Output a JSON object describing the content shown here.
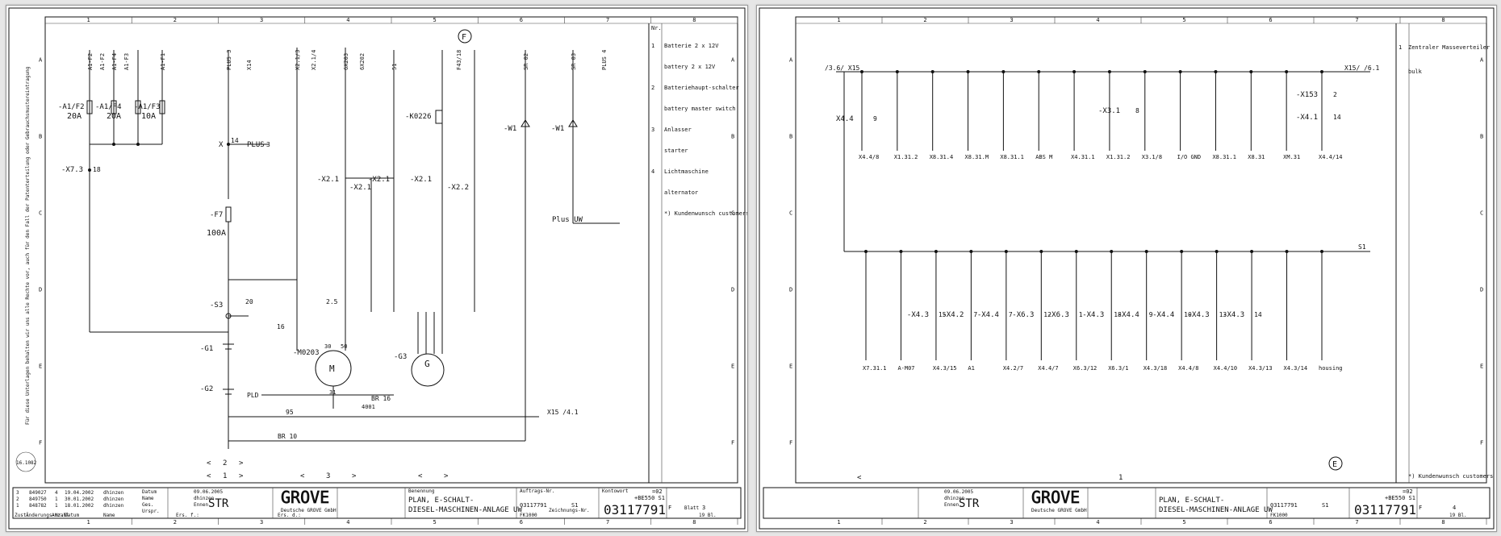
{
  "sheets": [
    {
      "columns": [
        "1",
        "2",
        "3",
        "4",
        "5",
        "6",
        "7",
        "8"
      ],
      "rows": [
        "A",
        "B",
        "C",
        "D",
        "E",
        "F"
      ],
      "circle_mark": "F",
      "legend_head": "Nr.",
      "legend": [
        {
          "no": "1",
          "text": "Batterie 2 x 12V"
        },
        {
          "no": "",
          "text": "battery 2 x 12V"
        },
        {
          "no": "2",
          "text": "Batteriehaupt-schalter"
        },
        {
          "no": "",
          "text": "battery master switch"
        },
        {
          "no": "3",
          "text": "Anlasser"
        },
        {
          "no": "",
          "text": "starter"
        },
        {
          "no": "4",
          "text": "Lichtmaschine"
        },
        {
          "no": "",
          "text": "alternator"
        },
        {
          "no": "",
          "text": "*) Kundenwunsch customers request"
        }
      ],
      "comp": {
        "f2": "-A1/F2",
        "f2v": "20A",
        "f4": "-A1/F4",
        "f4v": "20A",
        "f3": "-A1/F3",
        "f3v": "10A",
        "x73": "-X7.3",
        "x73p": "18",
        "x": "X",
        "x14": "14",
        "plus": "PLUS",
        "plus3": "3",
        "f7": "-F7",
        "f7v": "100A",
        "k0226": "-K0226",
        "x21a": "-X2.1",
        "x21b": "-X2.1",
        "x21c": "-X2.1",
        "x21d": "-X2.1",
        "x22": "-X2.2",
        "w1a": "-W1",
        "w1b": "-W1",
        "plusuw": "Plus UW",
        "s3": "-S3",
        "g1": "-G1",
        "g2": "-G2",
        "m0203": "-M0203",
        "m": "M",
        "g3": "-G3",
        "g": "G",
        "pld": "PLD",
        "br16": "BR 16",
        "br10": "BR 10",
        "x15": "X15 /4.1",
        "n31": "31",
        "n50": "50",
        "n30": "30",
        "w4001": "4001",
        "w95": "95",
        "w16": "16",
        "w20": "20",
        "w25": "2.5"
      },
      "wire_tags": [
        "A1-F2",
        "A1-F2",
        "A1-F4",
        "A1-F3",
        "A1-F1",
        "PLUS 3",
        "X14",
        "X2.1/3",
        "X2.1/4",
        "6X203",
        "6X202",
        "51",
        "F43/18",
        "SR 02",
        "SR 03",
        "PLUS 4"
      ],
      "nav": [
        "<",
        "2",
        ">",
        "<",
        "1",
        ">",
        "<",
        "3",
        ">",
        "<",
        ">"
      ],
      "title_block": {
        "rev_rows": [
          [
            "3",
            "849027",
            "4",
            "19.04.2002",
            "dhinzen"
          ],
          [
            "2",
            "849750",
            "1",
            "30.01.2002",
            "dhinzen"
          ],
          [
            "1",
            "848782",
            "1",
            "18.01.2002",
            "dhinzen"
          ]
        ],
        "rev_head": [
          "Zust.",
          "Änderungs-Nr.",
          "Anzahl",
          "Datum",
          "Name"
        ],
        "date_label": "Datum",
        "date": "09.06.2005",
        "name_label": "Name",
        "name": "dhinzen",
        "ges_label": "Ges.",
        "ges": "Ennen",
        "norm_label": "Urspr.",
        "code": "STR",
        "logo": "GROVE",
        "company": "Deutsche GROVE GmbH",
        "ers_label": "Ers. f.:",
        "ersd_label": "Ers. d.:",
        "ben_label": "Benennung",
        "title1": "PLAN, E-SCHALT-",
        "title2": "DIESEL-MASCHINEN-ANLAGE UW",
        "auftrag_label": "Auftrags-Nr.",
        "auftrag": "03117791",
        "s1": "S1",
        "fk": "FK1000",
        "konto_label": "Kontowort",
        "konto": "=02",
        "konto2": "+BE550 S1",
        "zn_label": "Zeichnungs-Nr.",
        "zn": "03117791",
        "blatt_label": "Blatt",
        "blatt": "3",
        "bl": "19 Bl.",
        "f": "F"
      },
      "stamp": "16.1082",
      "margin_note": "Für diese Unterlagen behalten wir uns alle Rechte vor, auch für den Fall der Patenterteilung oder Gebrauchsmustereintragung"
    },
    {
      "columns": [
        "1",
        "2",
        "3",
        "4",
        "5",
        "6",
        "7",
        "8"
      ],
      "rows": [
        "A",
        "B",
        "C",
        "D",
        "E",
        "F"
      ],
      "circle_mark": "E",
      "legend": [
        {
          "no": "1",
          "text": "Zentraler Masseverteiler"
        },
        {
          "no": "",
          "text": "bulk"
        },
        {
          "no": "",
          "text": "*) Kundenwunsch customers request"
        }
      ],
      "bus_left": "/3.6/ X15",
      "bus_right": "X15/ /6.1",
      "s1": "S1",
      "top_labels": [
        "X4.4/8",
        "X1.31.2",
        "X8.31.4",
        "X8.31.M",
        "X8.31.1",
        "ABS M",
        "X4.31.1",
        "X1.31.2",
        "X3.1/8",
        "I/O GND",
        "X8.31.1",
        "X8.31",
        "XM.31",
        "X4.4/14"
      ],
      "top_conn": [
        "X4.4",
        "-X3.1",
        "-X153",
        "-X4.1"
      ],
      "top_pins": [
        "9",
        "8",
        "2",
        "14"
      ],
      "bot_labels": [
        "X7.31.1",
        "A-M07",
        "X4.3/15",
        "A1",
        "X4.2/7",
        "X4.4/7",
        "X6.3/12",
        "X6.3/1",
        "X4.3/18",
        "X4.4/8",
        "X4.4/10",
        "X4.3/13",
        "X4.3/14",
        "housing"
      ],
      "bot_conn": [
        "-X4.3",
        "-X4.2",
        "-X4.4",
        "-X6.3",
        "-X6.3",
        "-X4.3",
        "-X4.4",
        "-X4.4",
        "-X4.3",
        "-X4.3"
      ],
      "bot_pins": [
        "15",
        "7",
        "7",
        "12",
        "1",
        "18",
        "9",
        "10",
        "13",
        "14"
      ],
      "nav": [
        "<",
        "1"
      ],
      "title_block": {
        "date": "09.06.2005",
        "name": "dhinzen",
        "ges": "Ennen",
        "code": "STR",
        "logo": "GROVE",
        "company": "Deutsche GROVE GmbH",
        "title1": "PLAN, E-SCHALT-",
        "title2": "DIESEL-MASCHINEN-ANLAGE UW",
        "auftrag": "03117791",
        "s1": "S1",
        "fk": "FK1000",
        "konto": "=02",
        "konto2": "+BE550 S1",
        "zn": "03117791",
        "blatt": "4",
        "bl": "19 Bl.",
        "f": "F"
      }
    }
  ]
}
